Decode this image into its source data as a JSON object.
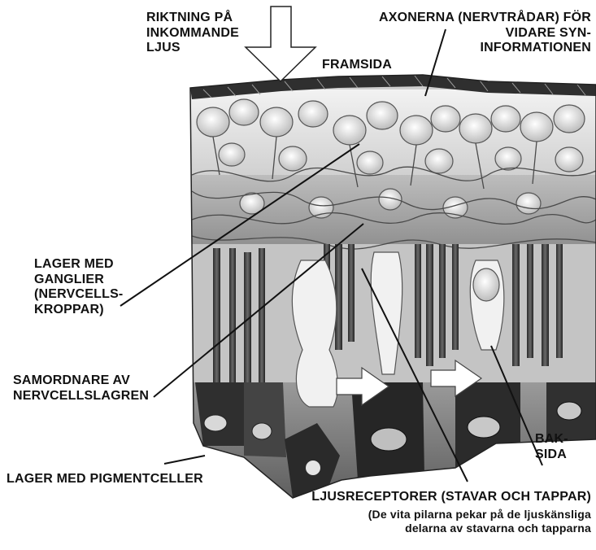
{
  "diagram": {
    "labels": {
      "incoming_light": [
        "RIKTNING PÅ",
        "INKOMMANDE",
        "LJUS"
      ],
      "axons": [
        "AXONERNA (NERVTRÅDAR) FÖR",
        "VIDARE SYN-",
        "INFORMATIONEN"
      ],
      "front": "FRAMSIDA",
      "ganglion_layer": [
        "LAGER MED",
        "GANGLIER",
        "(NERVCELLS-",
        "KROPPAR)"
      ],
      "coordinators": [
        "SAMORDNARE AV",
        "NERVCELLSLAGREN"
      ],
      "back": [
        "BAK-",
        "SIDA"
      ],
      "pigment_layer": "LAGER MED PIGMENTCELLER",
      "photoreceptors": "LJUSRECEPTORER (STAVAR OCH TAPPAR)",
      "photoreceptors_note": [
        "(De vita pilarna pekar på de ljuskänsliga",
        "delarna av stavarna och tapparna"
      ]
    },
    "colors": {
      "ink": "#111111",
      "tissue_light": "#dcdcdc",
      "tissue_mid": "#a6a6a6",
      "tissue_dark": "#3a3a3a",
      "background": "#ffffff"
    }
  }
}
